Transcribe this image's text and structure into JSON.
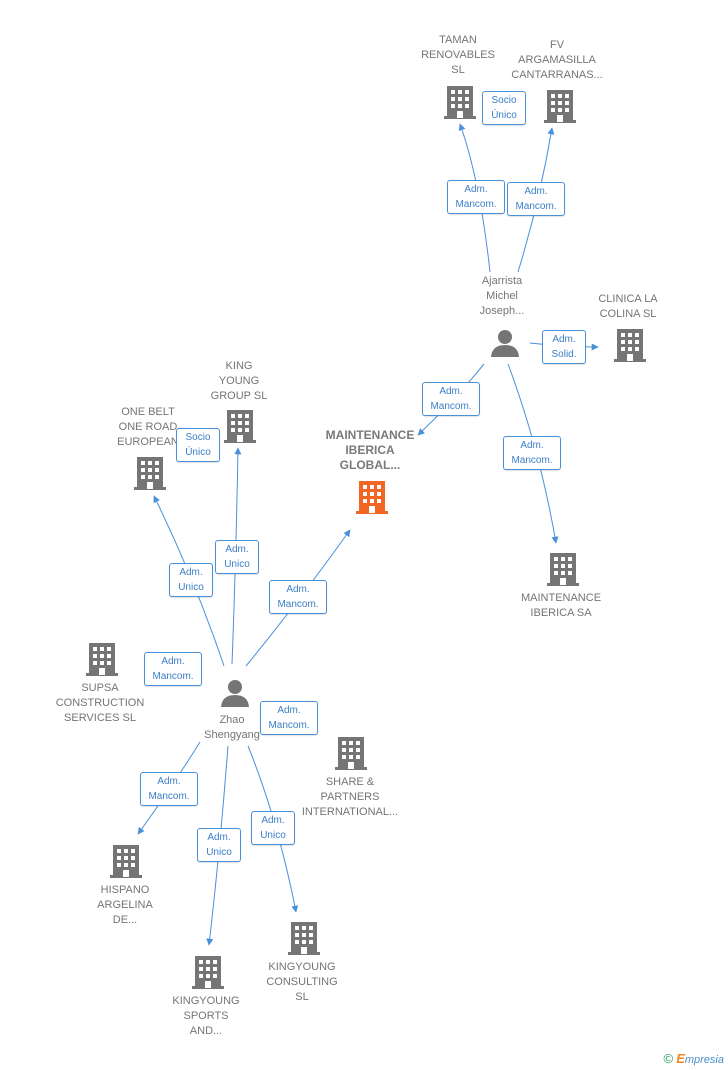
{
  "companies": {
    "taman": "TAMAN\nRENOVABLES\nSL",
    "fv": "FV\nARGAMASILLA\nCANTARRANAS...",
    "clinica": "CLINICA LA\nCOLINA  SL",
    "maint_sa": "MAINTENANCE\nIBERICA SA",
    "maint_global": "MAINTENANCE\nIBERICA\nGLOBAL...",
    "king_young": "KING\nYOUNG\nGROUP  SL",
    "one_belt": "ONE BELT\nONE ROAD\nEUROPEAN",
    "supsa": "SUPSA\nCONSTRUCTION\nSERVICES  SL",
    "share": "SHARE &\nPARTNERS\nINTERNATIONAL...",
    "hispano": "HISPANO\nARGELINA\nDE...",
    "kingyoung_sports": "KINGYOUNG\nSPORTS\nAND...",
    "kingyoung_consulting": "KINGYOUNG\nCONSULTING\nSL"
  },
  "persons": {
    "ajarrista": "Ajarrista\nMichel\nJoseph...",
    "zhao": "Zhao\nShengyang"
  },
  "relations": {
    "socio_taman": "Socio\nÚnico",
    "adm_taman": "Adm.\nMancom.",
    "adm_fv": "Adm.\nMancom.",
    "adm_clinica": "Adm.\nSolid.",
    "adm_maint_global_aj": "Adm.\nMancom.",
    "adm_maint_sa": "Adm.\nMancom.",
    "socio_onebelt": "Socio\nÚnico",
    "adm_onebelt": "Adm.\nUnico",
    "adm_kingyoung": "Adm.\nUnico",
    "adm_maint_global_zh": "Adm.\nMancom.",
    "adm_supsa": "Adm.\nMancom.",
    "adm_share": "Adm.\nMancom.",
    "adm_hispano": "Adm.\nMancom.",
    "adm_sports": "Adm.\nUnico",
    "adm_consulting": "Adm.\nUnico"
  },
  "colors": {
    "edge": "#4a90d9",
    "building": "#757575",
    "building_main": "#f26522",
    "person": "#757575"
  },
  "brand": {
    "symbol": "©",
    "initial": "E",
    "rest": "mpresia"
  }
}
